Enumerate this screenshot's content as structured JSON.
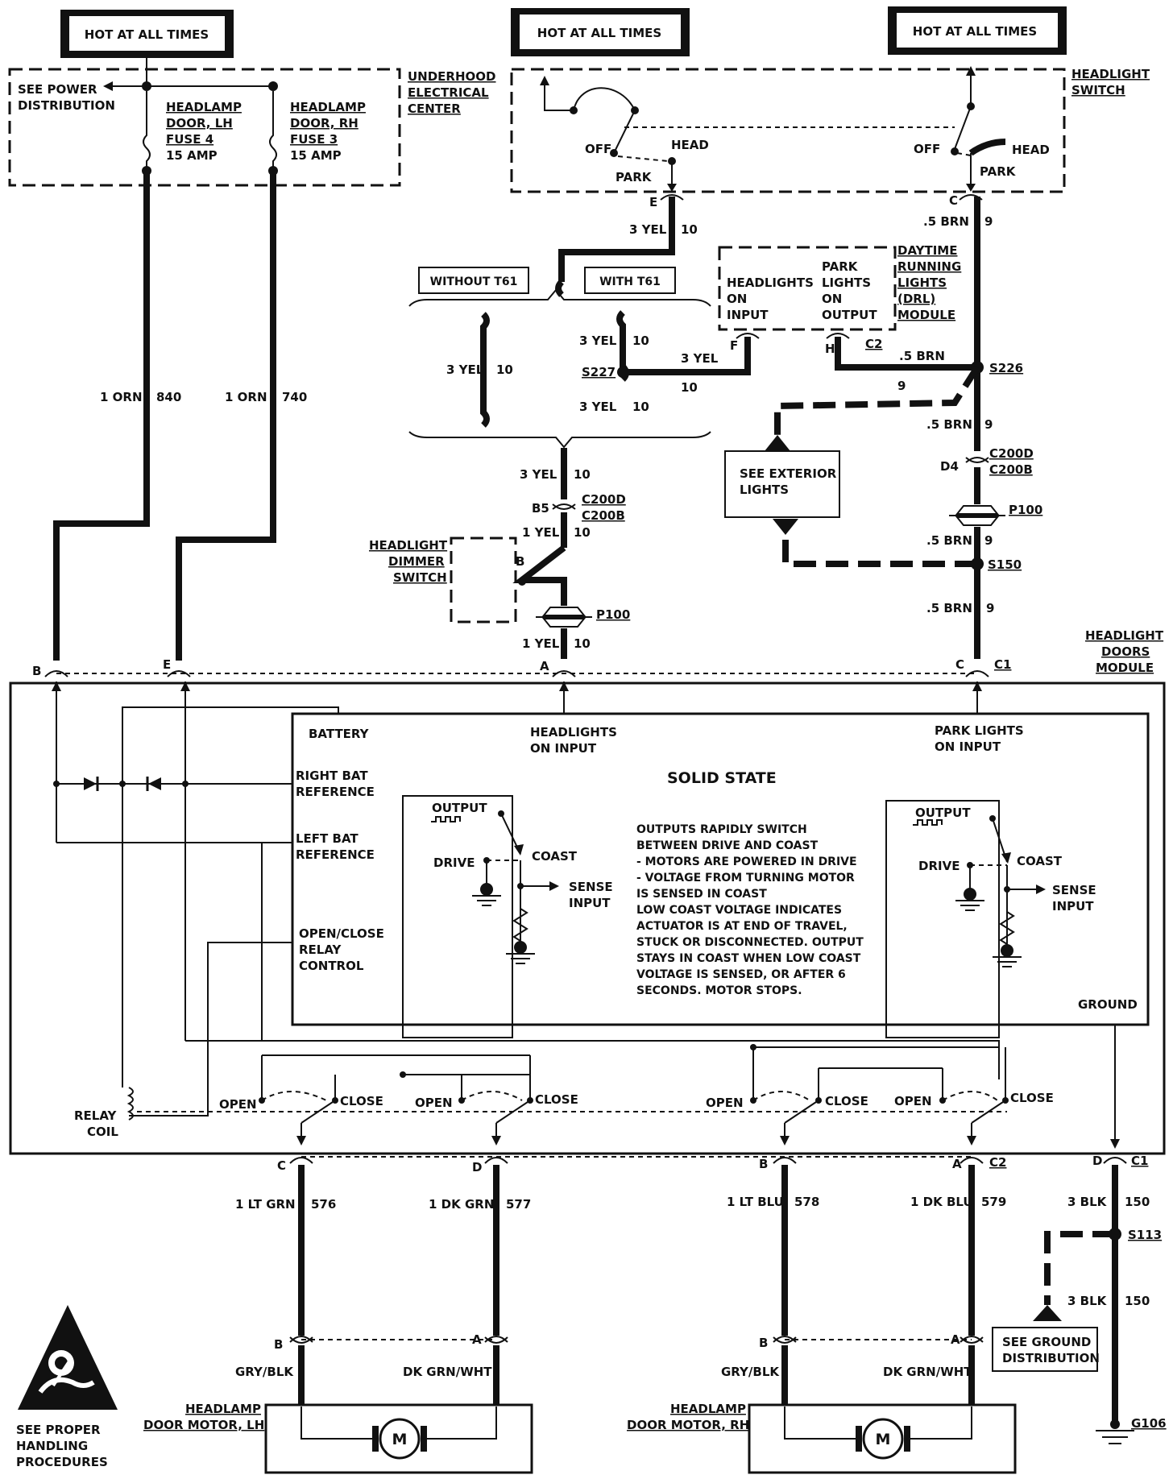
{
  "power": {
    "hot1": "HOT AT ALL TIMES",
    "hot2": "HOT AT ALL TIMES",
    "hot3": "HOT AT ALL TIMES",
    "see_power_1": "SEE POWER",
    "see_power_2": "DISTRIBUTION",
    "uec_1": "UNDERHOOD",
    "uec_2": "ELECTRICAL",
    "uec_3": "CENTER",
    "fuse4": [
      "HEADLAMP",
      "DOOR, LH",
      "FUSE 4",
      "15 AMP"
    ],
    "fuse3": [
      "HEADLAMP",
      "DOOR, RH",
      "FUSE 3",
      "15 AMP"
    ]
  },
  "switch": {
    "title_1": "HEADLIGHT",
    "title_2": "SWITCH",
    "off": "OFF",
    "head": "HEAD",
    "park": "PARK",
    "pin_e": "E",
    "pin_c": "C"
  },
  "drl": {
    "t1": "DAYTIME",
    "t2": "RUNNING",
    "t3": "LIGHTS",
    "t4": "(DRL)",
    "t5": "MODULE",
    "in_1": "HEADLIGHTS",
    "in_2": "ON",
    "in_3": "INPUT",
    "out_1": "PARK",
    "out_2": "LIGHTS",
    "out_3": "ON",
    "out_4": "OUTPUT",
    "pin_f": "F",
    "pin_h": "H",
    "conn_c2": "C2"
  },
  "wires": {
    "w_3yel": "3 YEL",
    "w_10": "10",
    "w_5brn": ".5 BRN",
    "w_9": "9",
    "w_1orn": "1 ORN",
    "w_840": "840",
    "w_740": "740",
    "w_1yel": "1 YEL",
    "without": "WITHOUT T61",
    "with": "WITH T61",
    "s227": "S227",
    "s226": "S226",
    "s150": "S150",
    "c200d": "C200D",
    "c200b": "C200B",
    "p100": "P100",
    "d4": "D4",
    "b5": "B5",
    "pin_b": "B",
    "pin_a": "A",
    "pin_c": "C",
    "pin_e": "E",
    "conn_c1": "C1",
    "see_ext_1": "SEE EXTERIOR",
    "see_ext_2": "LIGHTS",
    "dimmer_1": "HEADLIGHT",
    "dimmer_2": "DIMMER",
    "dimmer_3": "SWITCH"
  },
  "module": {
    "title_1": "HEADLIGHT",
    "title_2": "DOORS",
    "title_3": "MODULE",
    "battery": "BATTERY",
    "hl_on_1": "HEADLIGHTS",
    "hl_on_2": "ON INPUT",
    "pk_on_1": "PARK LIGHTS",
    "pk_on_2": "ON INPUT",
    "solid_state": "SOLID STATE",
    "right_bat_1": "RIGHT BAT",
    "right_bat_2": "REFERENCE",
    "left_bat_1": "LEFT BAT",
    "left_bat_2": "REFERENCE",
    "oc_1": "OPEN/CLOSE",
    "oc_2": "RELAY",
    "oc_3": "CONTROL",
    "output": "OUTPUT",
    "drive": "DRIVE",
    "coast": "COAST",
    "sense_1": "SENSE",
    "sense_2": "INPUT",
    "ground": "GROUND",
    "desc": [
      "OUTPUTS RAPIDLY SWITCH",
      "BETWEEN DRIVE AND COAST",
      "- MOTORS ARE POWERED IN DRIVE",
      "- VOLTAGE FROM TURNING MOTOR",
      "   IS SENSED IN COAST",
      "LOW COAST VOLTAGE INDICATES",
      "ACTUATOR IS AT END OF TRAVEL,",
      "STUCK OR DISCONNECTED.  OUTPUT",
      "STAYS IN COAST WHEN LOW COAST",
      "VOLTAGE IS SENSED, OR AFTER 6",
      "SECONDS.  MOTOR STOPS."
    ],
    "relay_1": "RELAY",
    "relay_2": "COIL",
    "open": "OPEN",
    "close": "CLOSE"
  },
  "outputs": {
    "pin_c": "C",
    "pin_d": "D",
    "pin_b": "B",
    "pin_a": "A",
    "pin_d2": "D",
    "conn_c2": "C2",
    "conn_c1": "C1",
    "w576_label": "1 LT GRN",
    "w576_num": "576",
    "w577_label": "1 DK GRN",
    "w577_num": "577",
    "w578_label": "1 LT BLU",
    "w578_num": "578",
    "w579_label": "1 DK BLU",
    "w579_num": "579",
    "w150_label": "3 BLK",
    "w150_num": "150",
    "s113": "S113",
    "g106": "G106",
    "see_gnd_1": "SEE GROUND",
    "see_gnd_2": "DISTRIBUTION",
    "motor_b": "B",
    "motor_a": "A",
    "gry_blk": "GRY/BLK",
    "dk_grn_wht": "DK GRN/WHT",
    "motor_lh_1": "HEADLAMP",
    "motor_lh_2": "DOOR MOTOR, LH",
    "motor_rh_1": "HEADLAMP",
    "motor_rh_2": "DOOR MOTOR, RH",
    "motor_symbol": "M"
  },
  "esd": {
    "l1": "SEE PROPER",
    "l2": "HANDLING",
    "l3": "PROCEDURES"
  }
}
